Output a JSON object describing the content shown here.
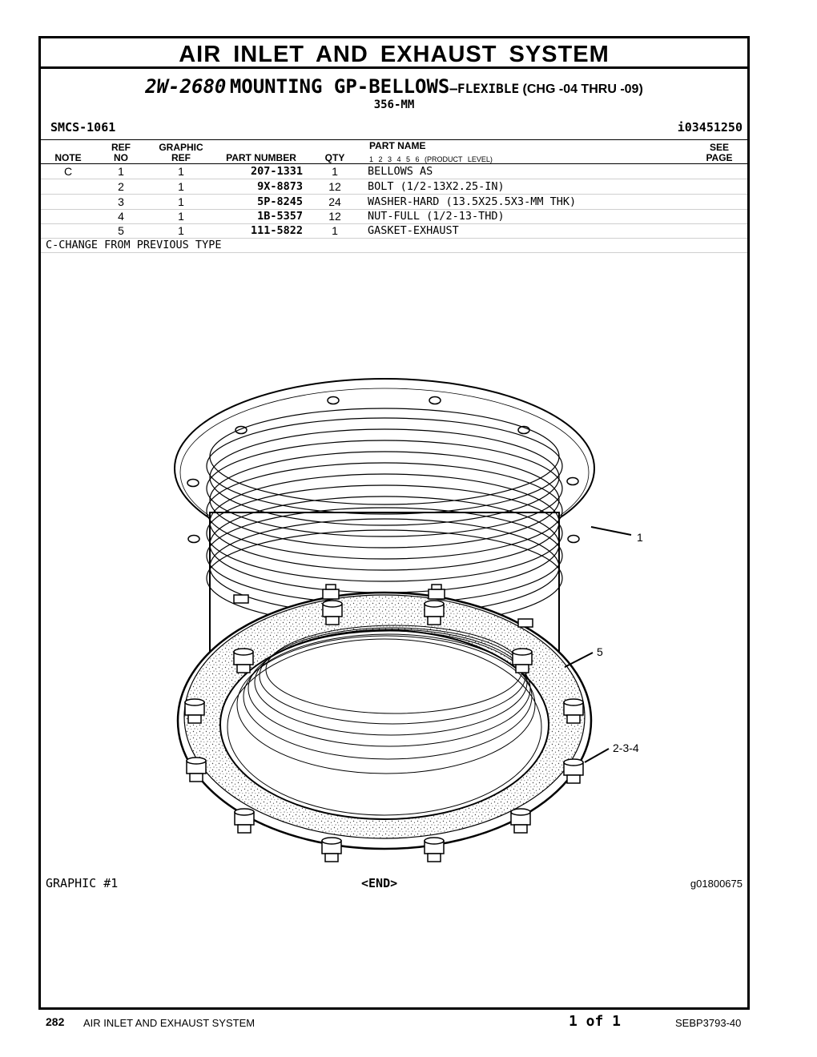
{
  "header": {
    "title": "AIR INLET AND EXHAUST SYSTEM",
    "part_number": "2W-2680",
    "name": "MOUNTING GP-BELLOWS",
    "name_suffix": "—FLEXIBLE",
    "change_range": "(CHG -04 THRU -09)",
    "size": "356-MM",
    "smcs": "SMCS-1061",
    "info_id": "i03451250"
  },
  "columns": {
    "note": "NOTE",
    "ref_top": "REF",
    "ref_bottom": "NO",
    "graphic_top": "GRAPHIC",
    "graphic_bottom": "REF",
    "part_number": "PART NUMBER",
    "qty": "QTY",
    "part_name": "PART NAME",
    "product_level": "1 2 3 4 5 6 (PRODUCT LEVEL)",
    "see_top": "SEE",
    "see_bottom": "PAGE"
  },
  "parts": [
    {
      "note": "C",
      "ref": "1",
      "graphic": "1",
      "part_number": "207-1331",
      "qty": "1",
      "name": "BELLOWS AS"
    },
    {
      "note": "",
      "ref": "2",
      "graphic": "1",
      "part_number": "9X-8873",
      "qty": "12",
      "name": "BOLT (1/2-13X2.25-IN)"
    },
    {
      "note": "",
      "ref": "3",
      "graphic": "1",
      "part_number": "5P-8245",
      "qty": "24",
      "name": "WASHER-HARD (13.5X25.5X3-MM THK)"
    },
    {
      "note": "",
      "ref": "4",
      "graphic": "1",
      "part_number": "1B-5357",
      "qty": "12",
      "name": "NUT-FULL (1/2-13-THD)"
    },
    {
      "note": "",
      "ref": "5",
      "graphic": "1",
      "part_number": "111-5822",
      "qty": "1",
      "name": "GASKET-EXHAUST"
    }
  ],
  "notes": {
    "change": "C-CHANGE FROM PREVIOUS TYPE"
  },
  "graphic": {
    "label": "GRAPHIC #1",
    "end": "<END>",
    "id": "g01800675",
    "callouts": [
      "1",
      "5",
      "2-3-4"
    ]
  },
  "footer": {
    "page": "282",
    "section": "AIR INLET AND EXHAUST SYSTEM",
    "page_of": "1 of 1",
    "doc": "SEBP3793-40"
  }
}
